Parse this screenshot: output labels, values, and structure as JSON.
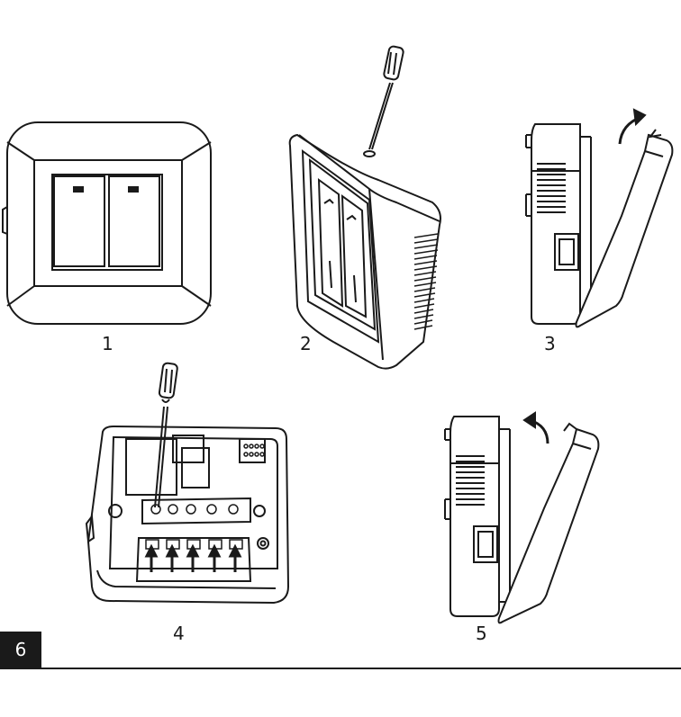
{
  "page_number": "6",
  "figures": [
    {
      "id": "1",
      "label": "1",
      "subject": "switch-front-view"
    },
    {
      "id": "2",
      "label": "2",
      "subject": "switch-with-screwdriver-top"
    },
    {
      "id": "3",
      "label": "3",
      "subject": "cover-removal-side-view"
    },
    {
      "id": "4",
      "label": "4",
      "subject": "terminal-base-with-screwdriver"
    },
    {
      "id": "5",
      "label": "5",
      "subject": "cover-attach-side-view"
    }
  ],
  "colors": {
    "line": "#1a1a1a",
    "background": "#ffffff",
    "page_box": "#1a1a1a"
  }
}
